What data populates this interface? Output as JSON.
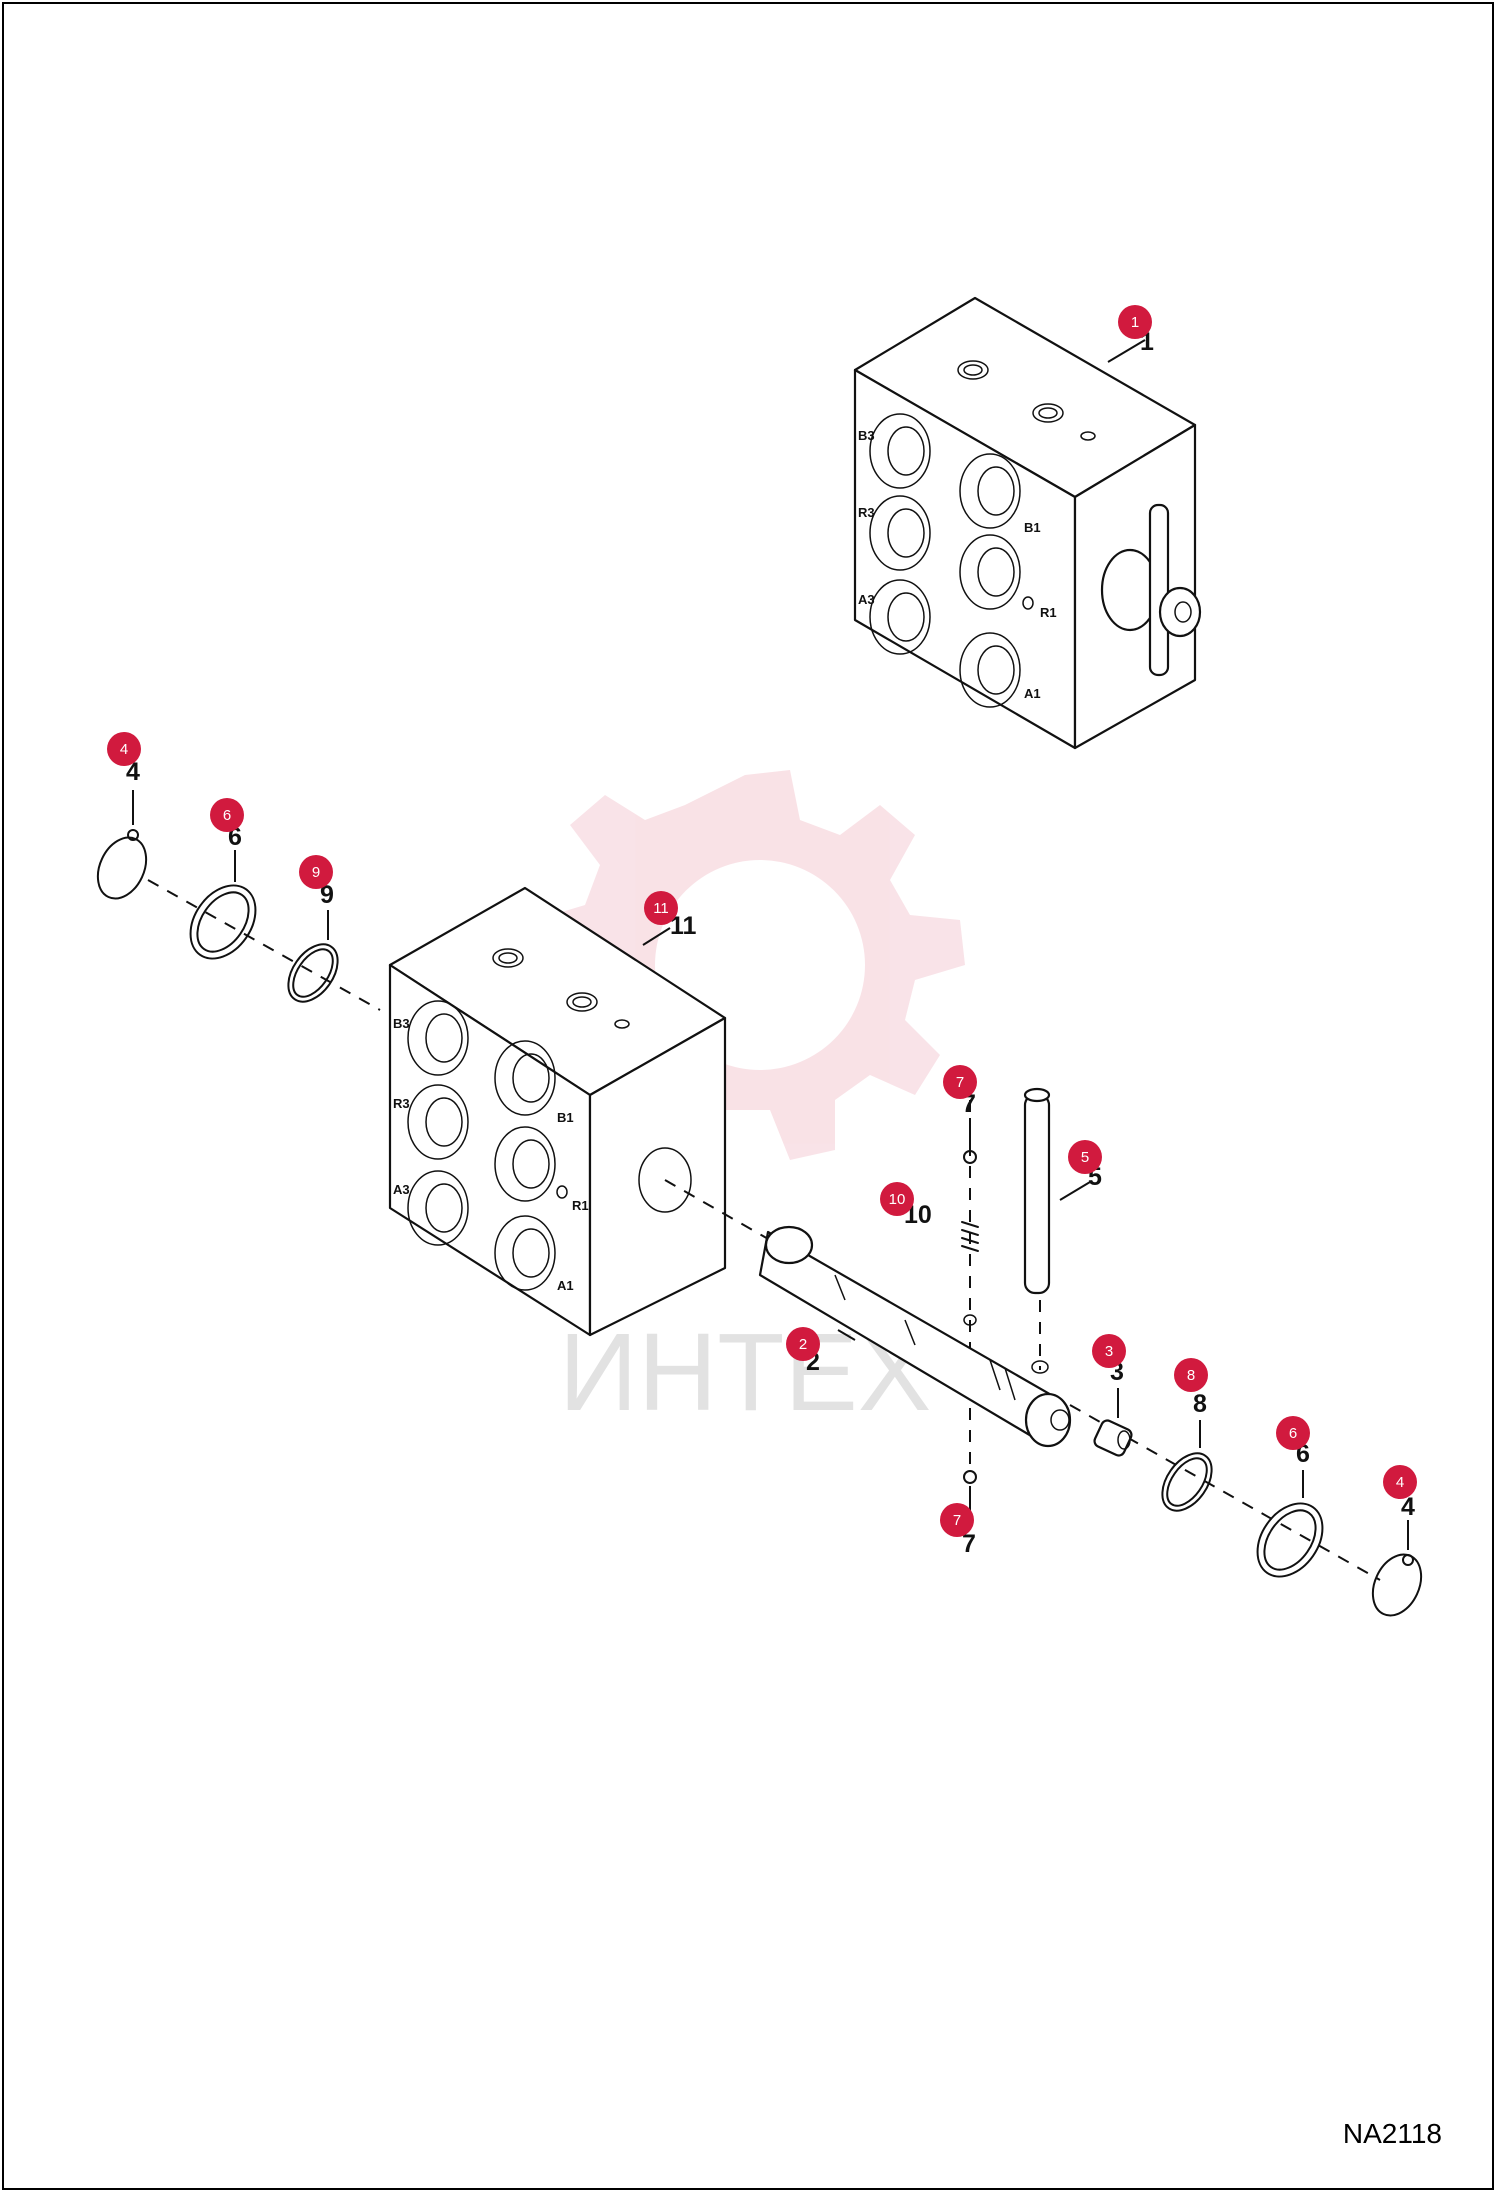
{
  "figure_code": "NA2118",
  "watermark_text": "ИНТЕХ",
  "brand_color": "#d11a3e",
  "balloons": [
    {
      "id": "1",
      "label": "1"
    },
    {
      "id": "11",
      "label": "11"
    },
    {
      "id": "4a",
      "label": "4"
    },
    {
      "id": "6a",
      "label": "6"
    },
    {
      "id": "9",
      "label": "9"
    },
    {
      "id": "7a",
      "label": "7"
    },
    {
      "id": "5",
      "label": "5"
    },
    {
      "id": "10",
      "label": "10"
    },
    {
      "id": "2",
      "label": "2"
    },
    {
      "id": "3",
      "label": "3"
    },
    {
      "id": "8",
      "label": "8"
    },
    {
      "id": "6b",
      "label": "6"
    },
    {
      "id": "4b",
      "label": "4"
    },
    {
      "id": "7b",
      "label": "7"
    }
  ],
  "port_labels": {
    "b3": "B3",
    "r3": "R3",
    "a3": "A3",
    "b1": "B1",
    "r1": "R1",
    "a1": "A1"
  }
}
